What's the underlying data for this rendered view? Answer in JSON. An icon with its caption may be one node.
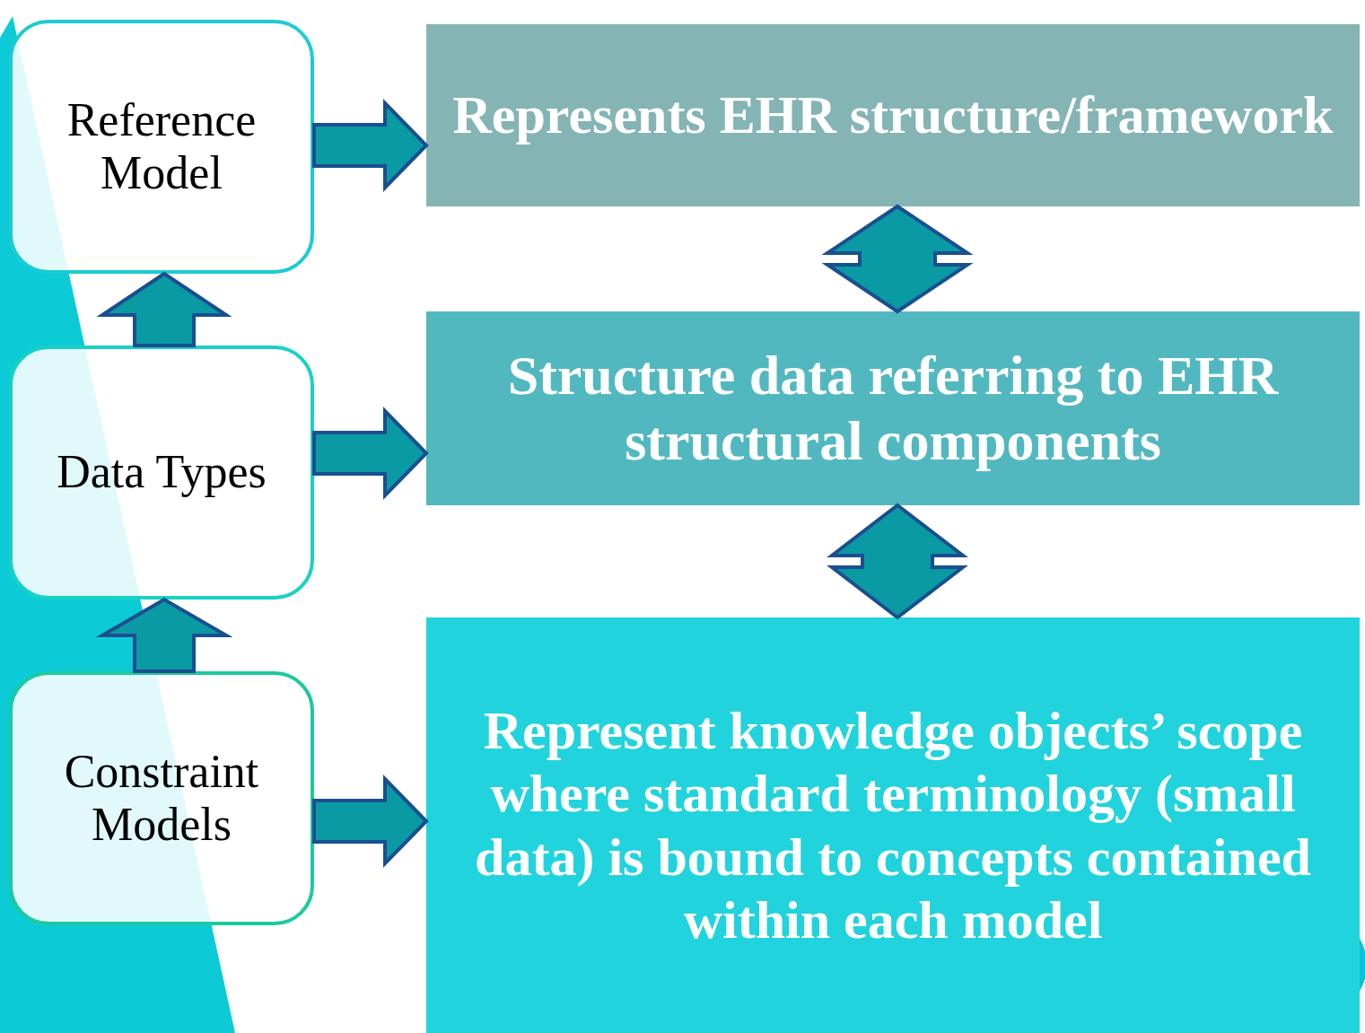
{
  "diagram": {
    "nodes": [
      {
        "text": [
          "Reference Model"
        ]
      },
      {
        "text": [
          "Data Types"
        ]
      },
      {
        "text": [
          "Constraint Models"
        ]
      },
      {
        "text": [
          "Represents EHR structure/framework"
        ]
      },
      {
        "text": [
          "Structure data referring to EHR structural components"
        ]
      },
      {
        "text": [
          "Represent knowledge objects’ scope where standard terminology (small data) is bound to concepts contained within each model"
        ]
      }
    ],
    "edges": [
      {
        "from": 0,
        "to": 3,
        "arrow": "to"
      },
      {
        "from": 1,
        "to": 0,
        "arrow": "to"
      },
      {
        "from": 1,
        "to": 4,
        "arrow": "to"
      },
      {
        "from": 2,
        "to": 1,
        "arrow": "to"
      },
      {
        "from": 2,
        "to": 5,
        "arrow": "to"
      },
      {
        "from": 3,
        "to": 4,
        "arrow": "both"
      },
      {
        "from": 4,
        "to": 5,
        "arrow": "both"
      }
    ]
  }
}
